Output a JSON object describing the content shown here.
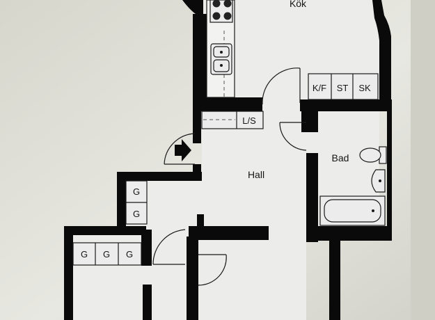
{
  "rooms": {
    "kitchen": "Kök",
    "hall": "Hall",
    "bath": "Bad"
  },
  "closets": {
    "kf": "K/F",
    "st": "ST",
    "sk": "SK",
    "ls": "L/S",
    "g": "G"
  },
  "icons": {
    "entrance": "entrance-arrow-icon",
    "stove": "stove-icon",
    "sink": "sink-icon",
    "toilet": "toilet-icon",
    "washbasin": "washbasin-icon",
    "bathtub": "bathtub-icon"
  },
  "colors": {
    "wall": "#0a0a0a",
    "paper": "#dcdcd4"
  }
}
